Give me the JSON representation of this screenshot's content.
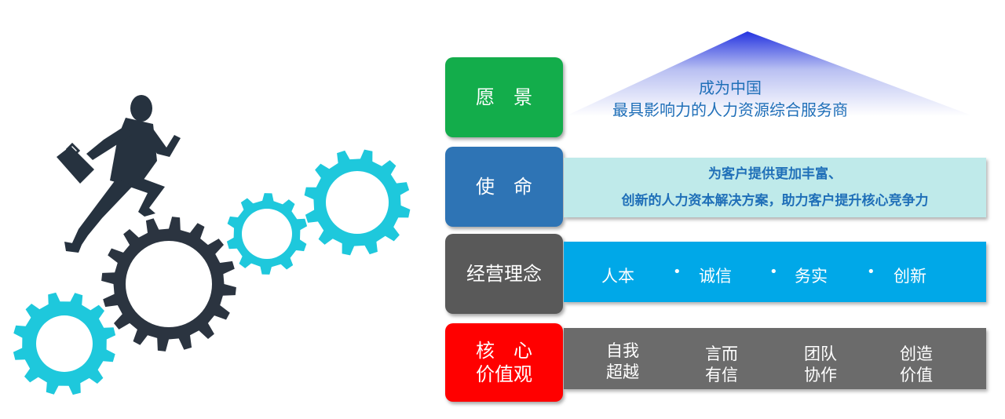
{
  "vision": {
    "label": "愿　景",
    "line1": "成为中国",
    "line2": "最具影响力的人力资源综合服务商"
  },
  "mission": {
    "label": "使　命",
    "line1": "为客户提供更加丰富、",
    "line2": "创新的人力资本解决方案，助力客户提升核心竞争力"
  },
  "philosophy": {
    "label": "经营理念",
    "items": [
      "人本",
      "诚信",
      "务实",
      "创新"
    ],
    "separator": "•"
  },
  "core_values": {
    "label_line1": "核　心",
    "label_line2": "价值观",
    "items": [
      {
        "line1": "自我",
        "line2": "超越"
      },
      {
        "line1": "言而",
        "line2": "有信"
      },
      {
        "line1": "团队",
        "line2": "协作"
      },
      {
        "line1": "创造",
        "line2": "价值"
      }
    ]
  },
  "colors": {
    "vision": "#13ad4b",
    "mission": "#2e74b5",
    "philosophy": "#595959",
    "core_values": "#ff0000",
    "gear_cyan": "#1ec8dc",
    "gear_dark": "#2b3440"
  }
}
